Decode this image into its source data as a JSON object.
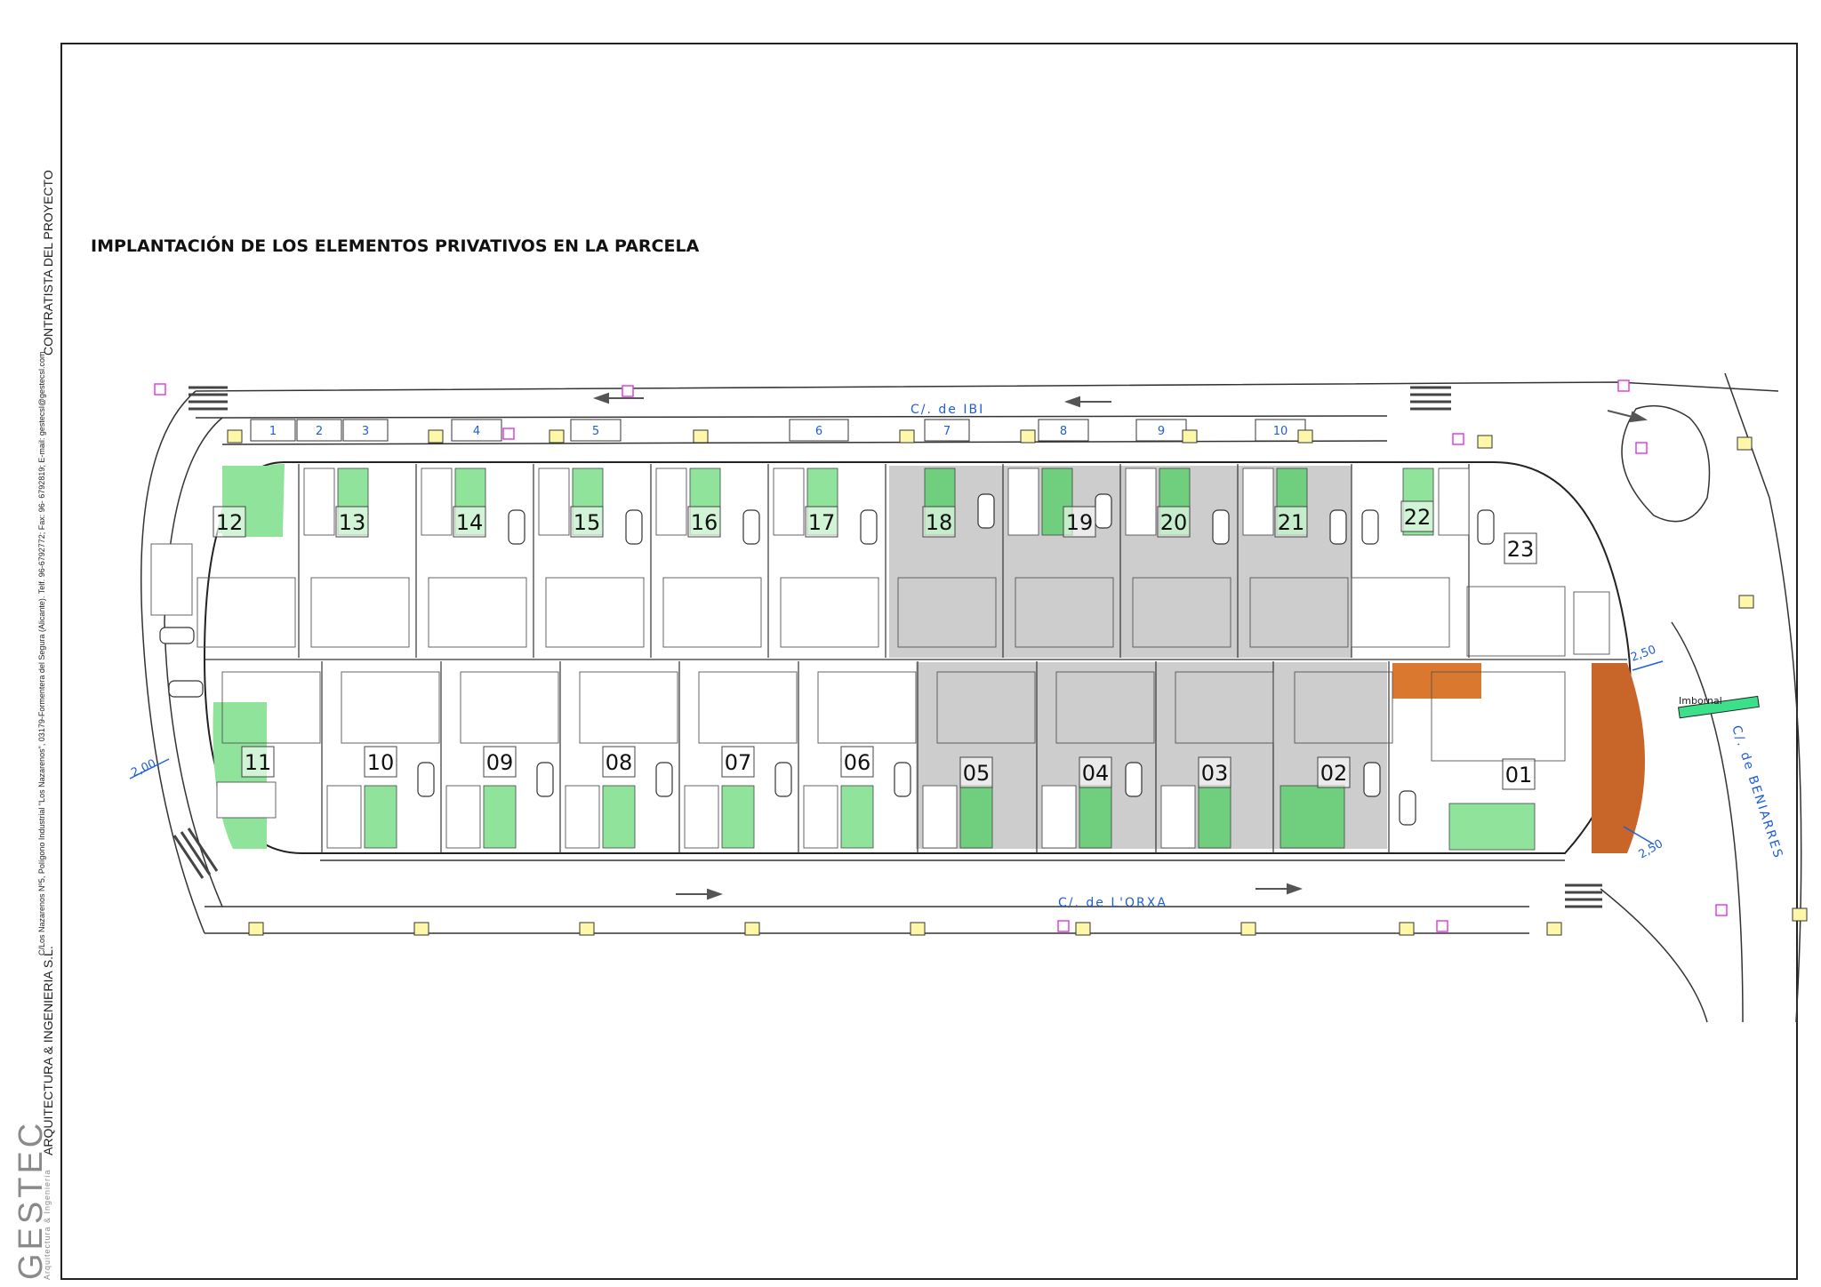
{
  "sheet": {
    "title": "IMPLANTACIÓN DE LOS ELEMENTOS PRIVATIVOS EN LA PARCELA",
    "side_contractor": "CONTRATISTA DEL PROYECTO",
    "side_company": "ARQUITECTURA & INGENIERIA S.L.",
    "side_address": "C/Los Nazarenos Nº5, Polígono Industrial \"Los Nazarenos\", 03179-Formentera del Segura (Alicante). Telf. 96-6792772; Fax: 96- 6792819; E-mail: gestecsl@gestecsl.com",
    "logo_main": "GESTEC",
    "logo_sub": "Arquitectura & Ingeniería"
  },
  "streets": {
    "north": "C/. de IBI",
    "south": "C/. de L'ORXA",
    "east": "C/. de BENIARRES"
  },
  "annotations": {
    "imbornal": "Imbornal",
    "dim_west": "2,00",
    "dim_east_top": "2,50",
    "dim_east_bottom": "2,50"
  },
  "parking_spaces": [
    "1",
    "2",
    "3",
    "4",
    "5",
    "6",
    "7",
    "8",
    "9",
    "10"
  ],
  "units_north": [
    "12",
    "13",
    "14",
    "15",
    "16",
    "17",
    "18",
    "19",
    "20",
    "21",
    "22",
    "23"
  ],
  "units_south": [
    "11",
    "10",
    "09",
    "08",
    "07",
    "06",
    "05",
    "04",
    "03",
    "02",
    "01"
  ],
  "colors": {
    "garden": "#8fe39a",
    "garden_dark": "#6fcf7e",
    "grey_unit": "#c4c4c4",
    "orange": "#d9782e",
    "imbornal": "#3de08a",
    "dim_blue": "#1e5fd6"
  }
}
